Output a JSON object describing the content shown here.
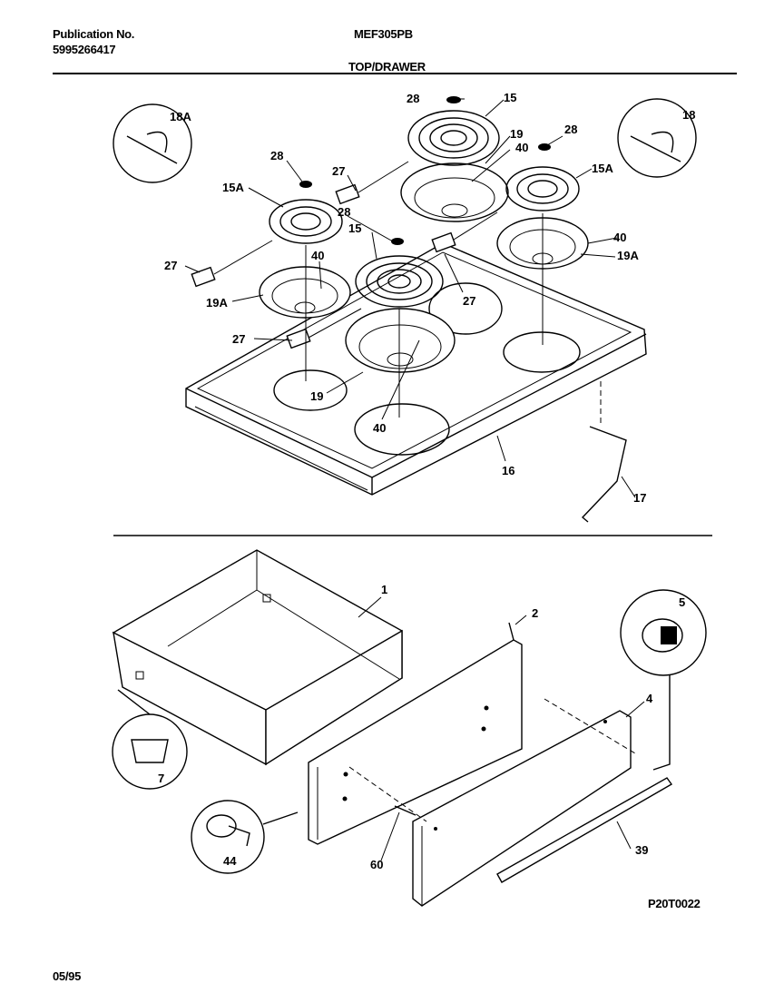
{
  "header": {
    "publication_label": "Publication No.",
    "publication_number": "5995266417",
    "model": "MEF305PB",
    "section": "TOP/DRAWER"
  },
  "footer": {
    "date": "05/95",
    "diagram_code": "P20T0022"
  },
  "parts": {
    "p28a": "28",
    "p15a": "15",
    "p19a": "19",
    "p40a": "40",
    "p28b": "28",
    "p15Ab": "15A",
    "p18A": "18A",
    "p18": "18",
    "p28c": "28",
    "p27a": "27",
    "p15Ac": "15A",
    "p27b": "27",
    "p40b": "40",
    "p19Ab": "19A",
    "p28d": "28",
    "p15d": "15",
    "p27c": "27",
    "p40c": "40",
    "p19Ac": "19A",
    "p27d": "27",
    "p19d": "19",
    "p40d": "40",
    "p16": "16",
    "p17": "17",
    "p1": "1",
    "p2": "2",
    "p5": "5",
    "p4": "4",
    "p7": "7",
    "p44": "44",
    "p60": "60",
    "p39": "39"
  }
}
